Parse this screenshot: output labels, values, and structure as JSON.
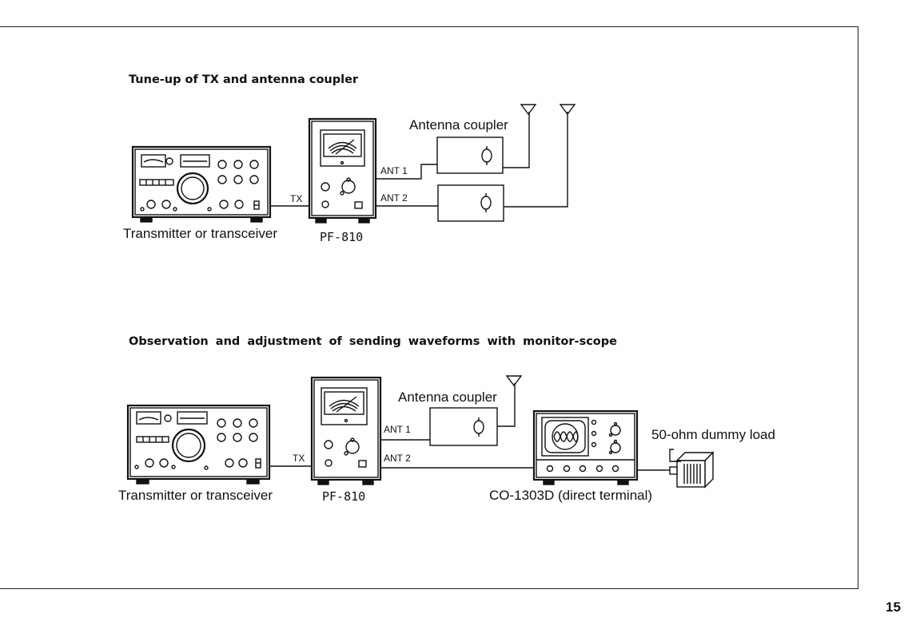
{
  "headings": {
    "top": "Tune-up of TX and antenna coupler",
    "bottom": "Observation and adjustment of sending waveforms with monitor-scope"
  },
  "top_diagram": {
    "transmitter_label": "Transmitter or transceiver",
    "meter_label": "PF-810",
    "coupler_label": "Antenna coupler",
    "tx": "TX",
    "ant1": "ANT 1",
    "ant2": "ANT 2"
  },
  "bottom_diagram": {
    "transmitter_label": "Transmitter or transceiver",
    "meter_label": "PF-810",
    "coupler_label": "Antenna coupler",
    "scope_label": "CO-1303D (direct terminal)",
    "load_label": "50-ohm dummy load",
    "tx": "TX",
    "ant1": "ANT 1",
    "ant2": "ANT 2"
  },
  "page_number": "15"
}
